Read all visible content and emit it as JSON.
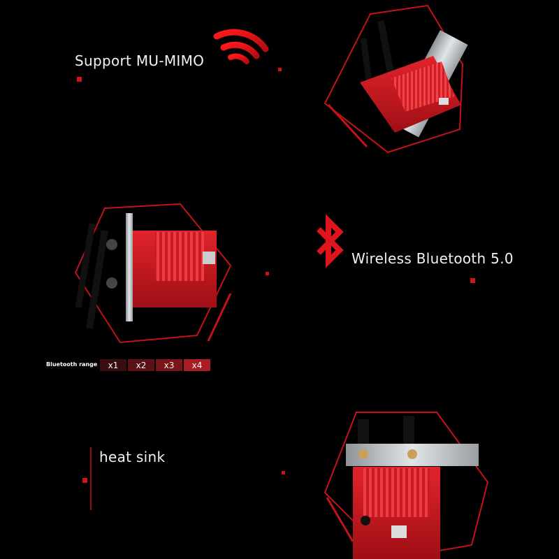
{
  "features": {
    "mu_mimo": {
      "label": "Support MU-MIMO",
      "icon": "wifi-icon"
    },
    "bluetooth": {
      "label": "Wireless Bluetooth 5.0",
      "icon": "bluetooth-icon"
    },
    "heat_sink": {
      "label": "heat sink"
    }
  },
  "bluetooth_range": {
    "title": "Bluetooth range",
    "levels": [
      "x1",
      "x2",
      "x3",
      "x4"
    ],
    "colors": [
      "#3a0d10",
      "#5a1216",
      "#7a161b",
      "#a81d23"
    ]
  },
  "colors": {
    "accent": "#d0141a",
    "background": "#000000",
    "board": "#c8141c",
    "antenna": "#1a1a1a",
    "bracket": "#b8bcc0"
  }
}
